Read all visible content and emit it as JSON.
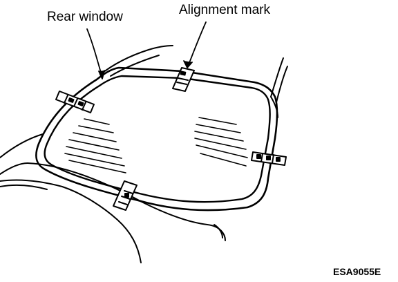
{
  "labels": {
    "rear_window": "Rear window",
    "alignment_mark": "Alignment mark",
    "figure_code": "ESA9055E"
  },
  "colors": {
    "ink": "#000000",
    "paper": "#ffffff"
  }
}
